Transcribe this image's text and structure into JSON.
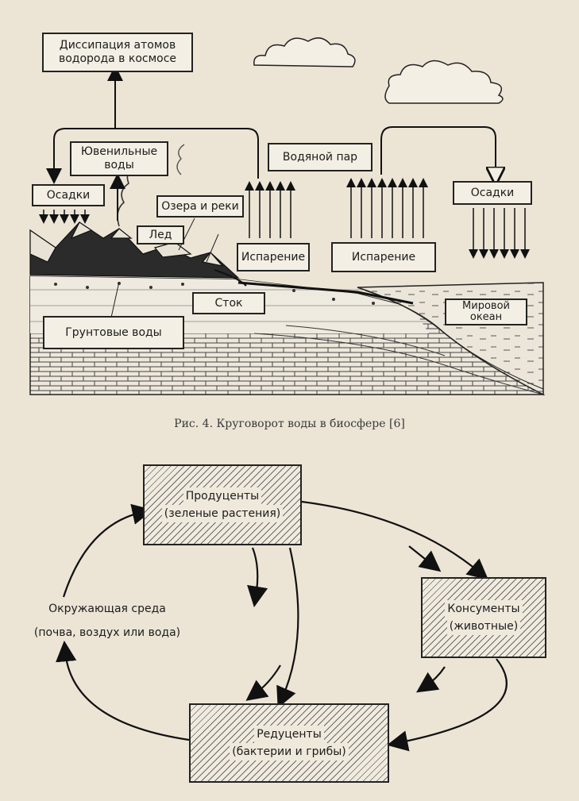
{
  "water_cycle": {
    "dissipation": "Диссипация атомов\nводорода в космосе",
    "juvenile": "Ювенильные\nводы",
    "vapor": "Водяной пар",
    "precip_left": "Осадки",
    "precip_right": "Осадки",
    "lakes": "Озера и реки",
    "ice": "Лед",
    "evap_left": "Испарение",
    "evap_right": "Испарение",
    "runoff": "Сток",
    "groundwater": "Грунтовые воды",
    "ocean": "Мировой\nокеан"
  },
  "caption": "Рис. 4. Круговорот воды в биосфере [6]",
  "cycle": {
    "producers_title": "Продуценты",
    "producers_sub": "(зеленые растения)",
    "consumers_title": "Консументы",
    "consumers_sub": "(животные)",
    "decomposers_title": "Редуценты",
    "decomposers_sub": "(бактерии и грибы)",
    "env_title": "Окружающая среда",
    "env_sub": "(почва, воздух или вода)"
  }
}
